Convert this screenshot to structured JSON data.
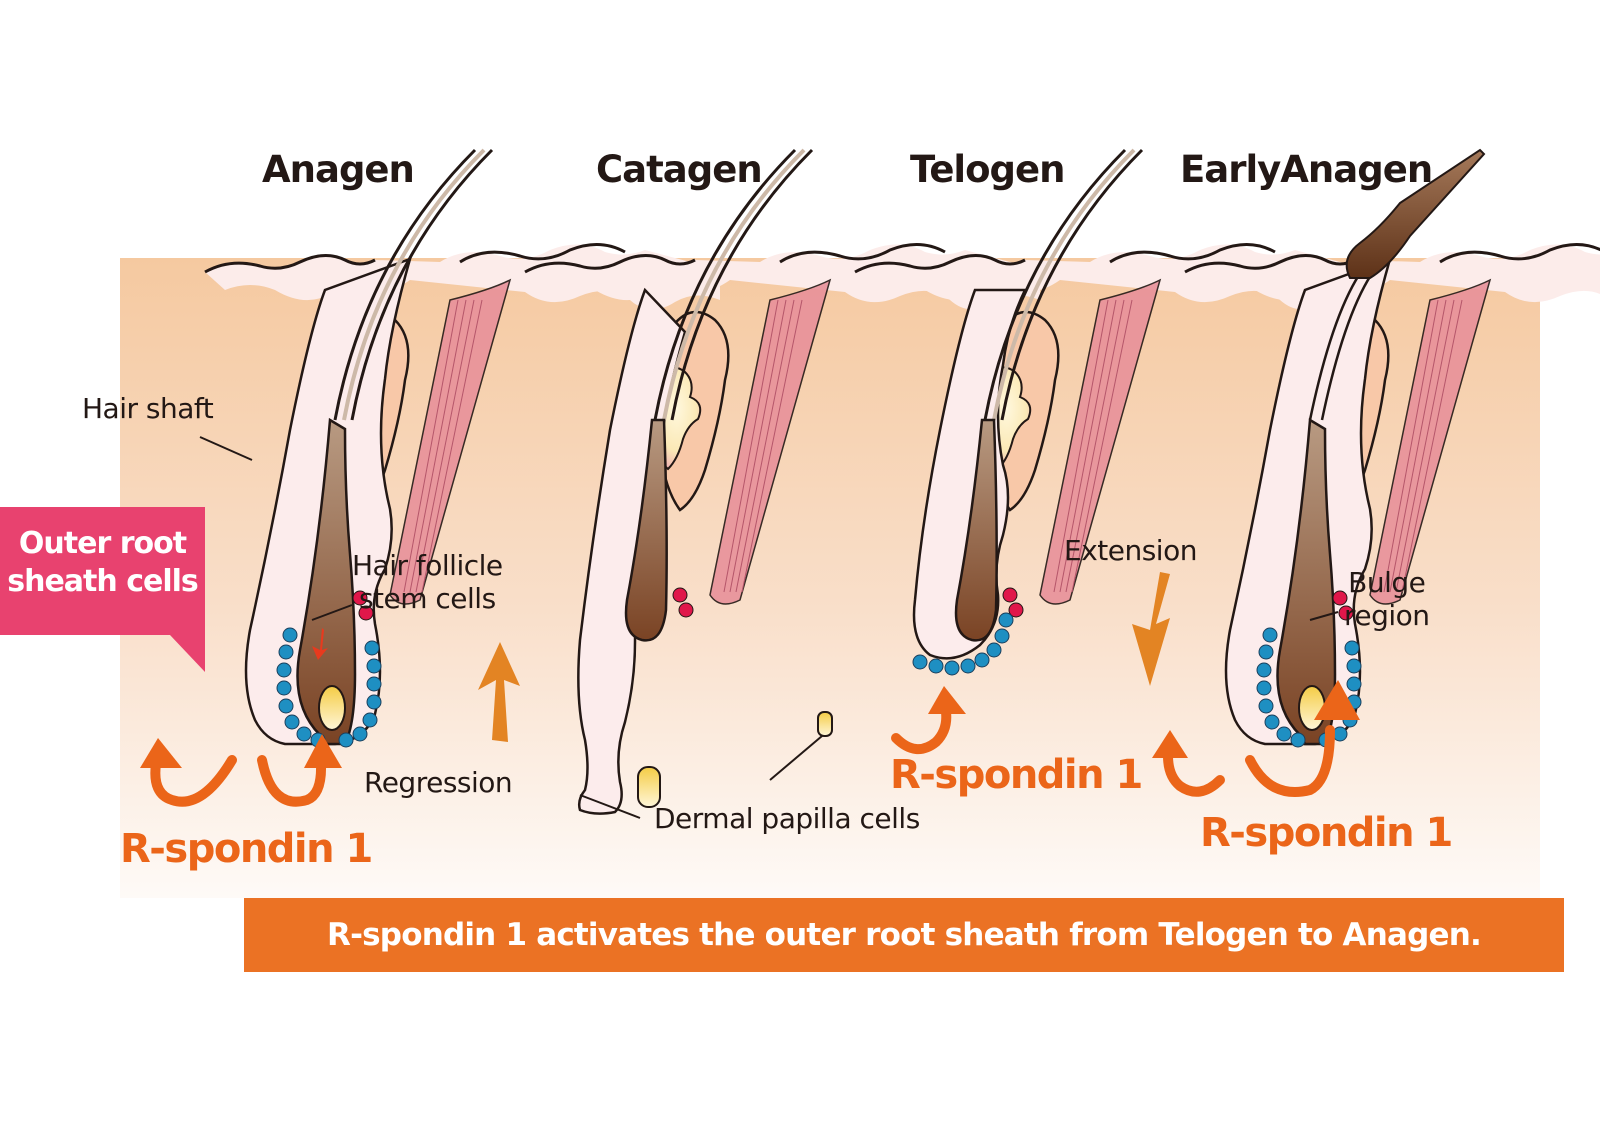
{
  "diagram": {
    "type": "hair-growth-cycle-illustration",
    "phases": [
      {
        "label": "Anagen"
      },
      {
        "label": "Catagen"
      },
      {
        "label": "Telogen"
      },
      {
        "label": "EarlyAnagen"
      }
    ],
    "labels": {
      "hair_shaft": "Hair shaft",
      "outer_root_sheath_line1": "Outer root",
      "outer_root_sheath_line2": "sheath cells",
      "stem_cells_line1": "Hair follicle",
      "stem_cells_line2": "stem cells",
      "regression": "Regression",
      "dermal_papilla": "Dermal papilla cells",
      "extension": "Extension",
      "bulge_line1": "Bulge",
      "bulge_line2": "region",
      "rspondin_anagen": "R-spondin 1",
      "rspondin_telogen": "R-spondin 1",
      "rspondin_early": "R-spondin 1"
    },
    "banner": "R-spondin 1 activates the outer root sheath from Telogen to Anagen.",
    "colors": {
      "skin_top": "#f5c9a0",
      "skin_bottom": "#fdf3ec",
      "sheath": "#fbe9e6",
      "muscle": "#e8919a",
      "hair_dark": "#7a4324",
      "stem_cell_red": "#e0174a",
      "orss_cell_blue": "#1e8fc2",
      "papilla_yellow": "#f6d55c",
      "arrow_orange": "#eb6519",
      "arrow_amber": "#e38423",
      "callout_pink": "#e8426f",
      "banner_orange": "#eb7224"
    }
  }
}
